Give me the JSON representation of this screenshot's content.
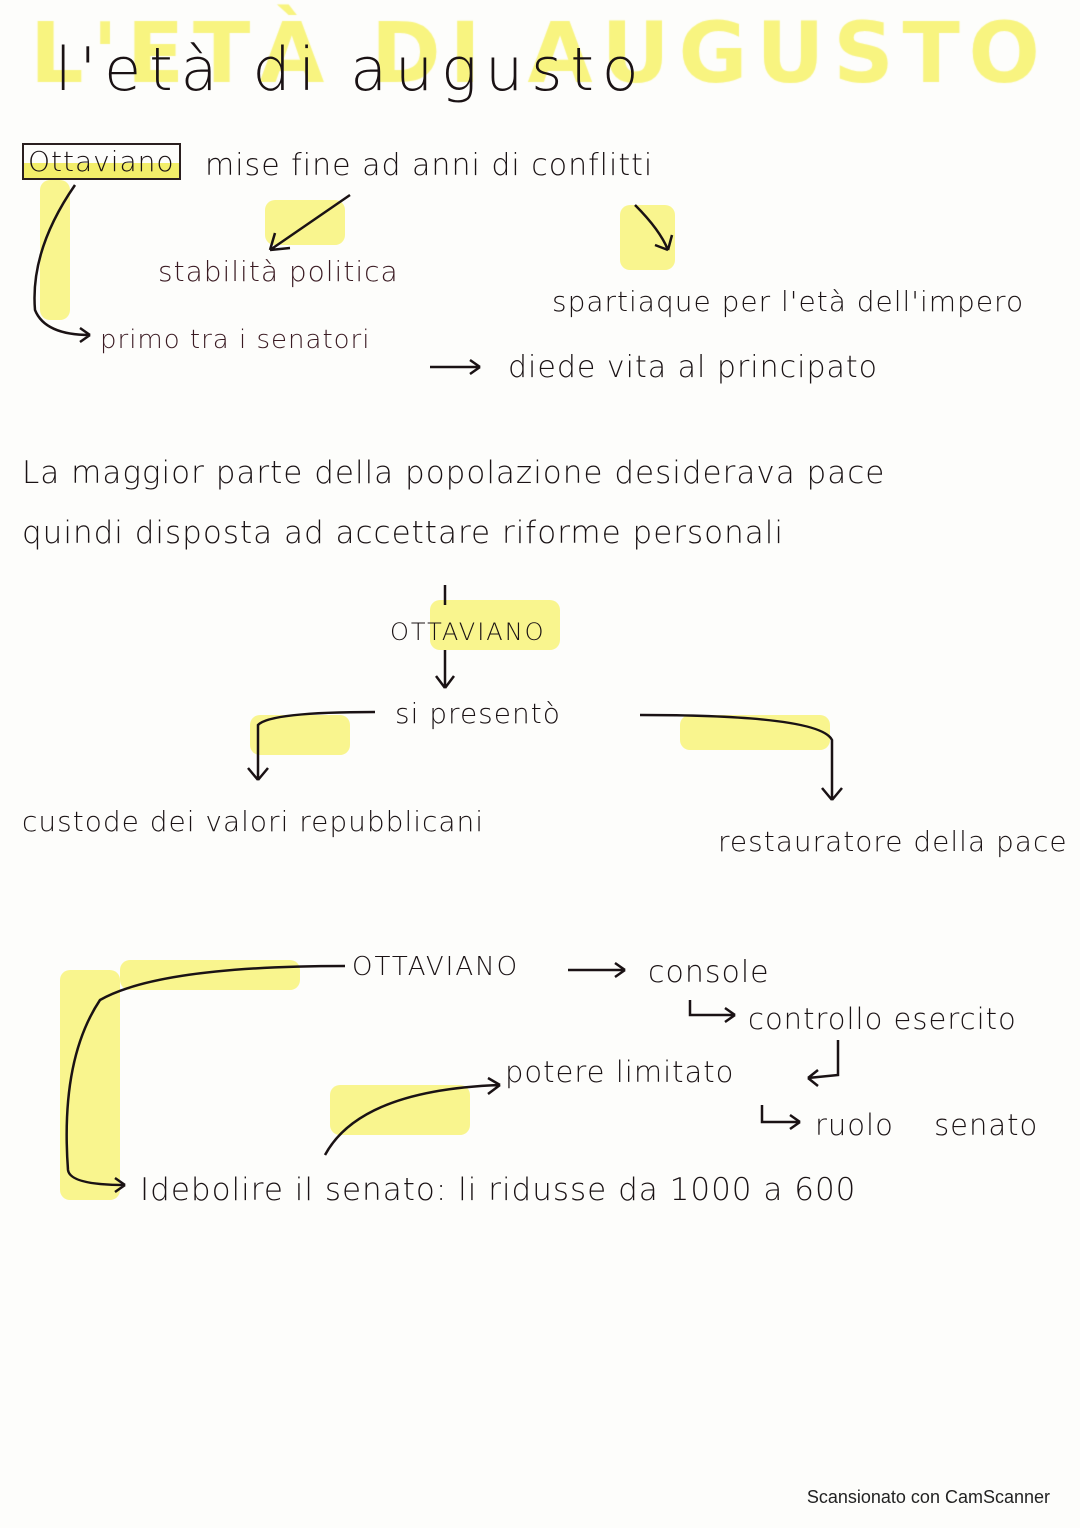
{
  "title_highlight": "L'ETÀ DI AUGUSTO",
  "title": "l'età di augusto",
  "section1": {
    "subject": "Ottaviano",
    "statement": "mise fine ad anni di conflitti",
    "left_branch": "stabilità politica",
    "right_branch": "spartiaque per l'età dell'impero",
    "primo": "primo tra i senatori",
    "result": "diede vita al principato"
  },
  "section2": {
    "line1": "La maggior parte della popolazione desiderava pace",
    "line2": "quindi disposta ad accettare riforme personali",
    "subject": "OTTAVIANO",
    "verb": "si presentò",
    "left": "custode dei valori repubblicani",
    "right": "restauratore della pace"
  },
  "section3": {
    "subject": "OTTAVIANO",
    "console": "console",
    "controllo": "controllo esercito",
    "potere": "potere limitato",
    "ruolo": "ruolo senato",
    "indebolire": "Idebolire il senato: li ridusse da 1000 a 600"
  },
  "highlight_color": "#f7f26a",
  "footer": "Scansionato con CamScanner"
}
